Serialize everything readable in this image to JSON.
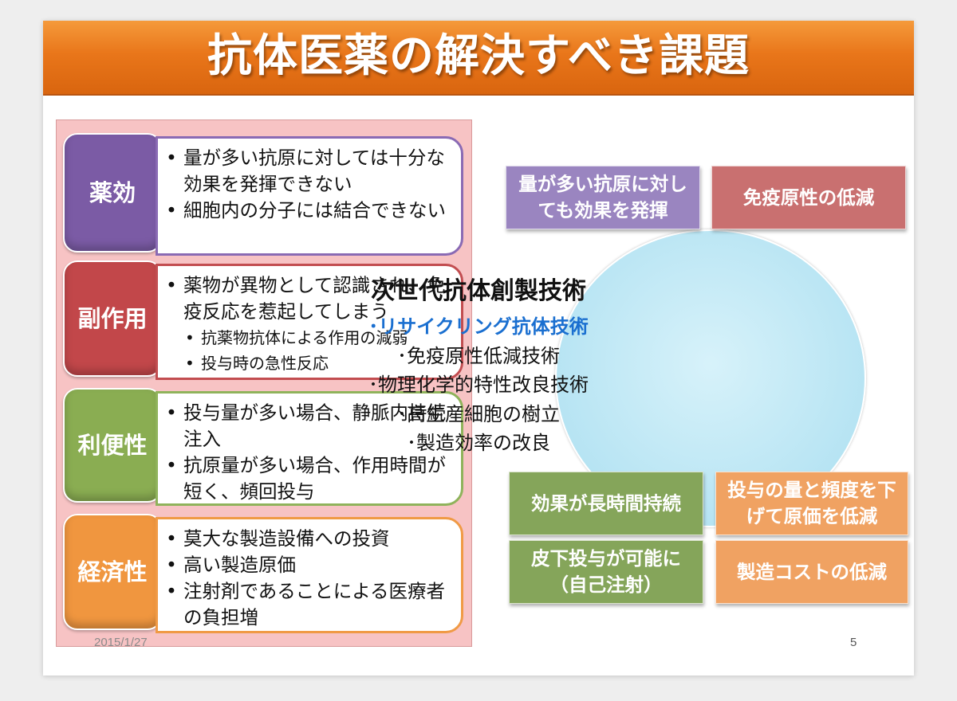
{
  "title": "抗体医薬の解決すべき課題",
  "categories": [
    {
      "label": "薬効",
      "color": "#7b5ba5",
      "border": "#8a6ab4",
      "items": [
        {
          "text": "量が多い抗原に対しては十分な効果を発揮できない"
        },
        {
          "text": "細胞内の分子には結合できない"
        }
      ]
    },
    {
      "label": "副作用",
      "color": "#c2474a",
      "border": "#c24d50",
      "items": [
        {
          "text": "薬物が異物として認識され、免疫反応を惹起してしまう"
        }
      ],
      "subitems": [
        {
          "text": "抗薬物抗体による作用の減弱"
        },
        {
          "text": "投与時の急性反応"
        }
      ]
    },
    {
      "label": "利便性",
      "color": "#8aad52",
      "border": "#8fb35b",
      "items": [
        {
          "text": "投与量が多い場合、静脈内持続注入"
        },
        {
          "text": "抗原量が多い場合、作用時間が短く、頻回投与"
        }
      ]
    },
    {
      "label": "経済性",
      "color": "#f0963f",
      "border": "#f09a45",
      "items": [
        {
          "text": "莫大な製造設備への投資"
        },
        {
          "text": "高い製造原価"
        },
        {
          "text": "注射剤であることによる医療者の負担増"
        }
      ]
    }
  ],
  "right_boxes": {
    "top_left": "量が多い抗原に対しても効果を発揮",
    "top_right": "免疫原性の低減",
    "bottom_left_1": "効果が長時間持続",
    "bottom_left_2": "皮下投与が可能に（自己注射）",
    "bottom_right_1": "投与の量と頻度を下げて原価を低減",
    "bottom_right_2": "製造コストの低減"
  },
  "circle": {
    "title": "次世代抗体創製技術",
    "lines": [
      "･リサイクリング抗体技術",
      "･免疫原性低減技術",
      "･物理化学的特性改良技術",
      "･高生産細胞の樹立",
      "･製造効率の改良"
    ]
  },
  "footer": {
    "date": "2015/1/27",
    "page": "5"
  },
  "colors": {
    "title_bar": "#e9761a",
    "left_panel": "#f7c3c4",
    "purple_box": "#9a85c0",
    "red_box": "#c97070",
    "green_box": "#85a55a",
    "orange_box": "#f0a262",
    "circle": "#b7e4f3",
    "highlight_text": "#1a6fd0"
  }
}
